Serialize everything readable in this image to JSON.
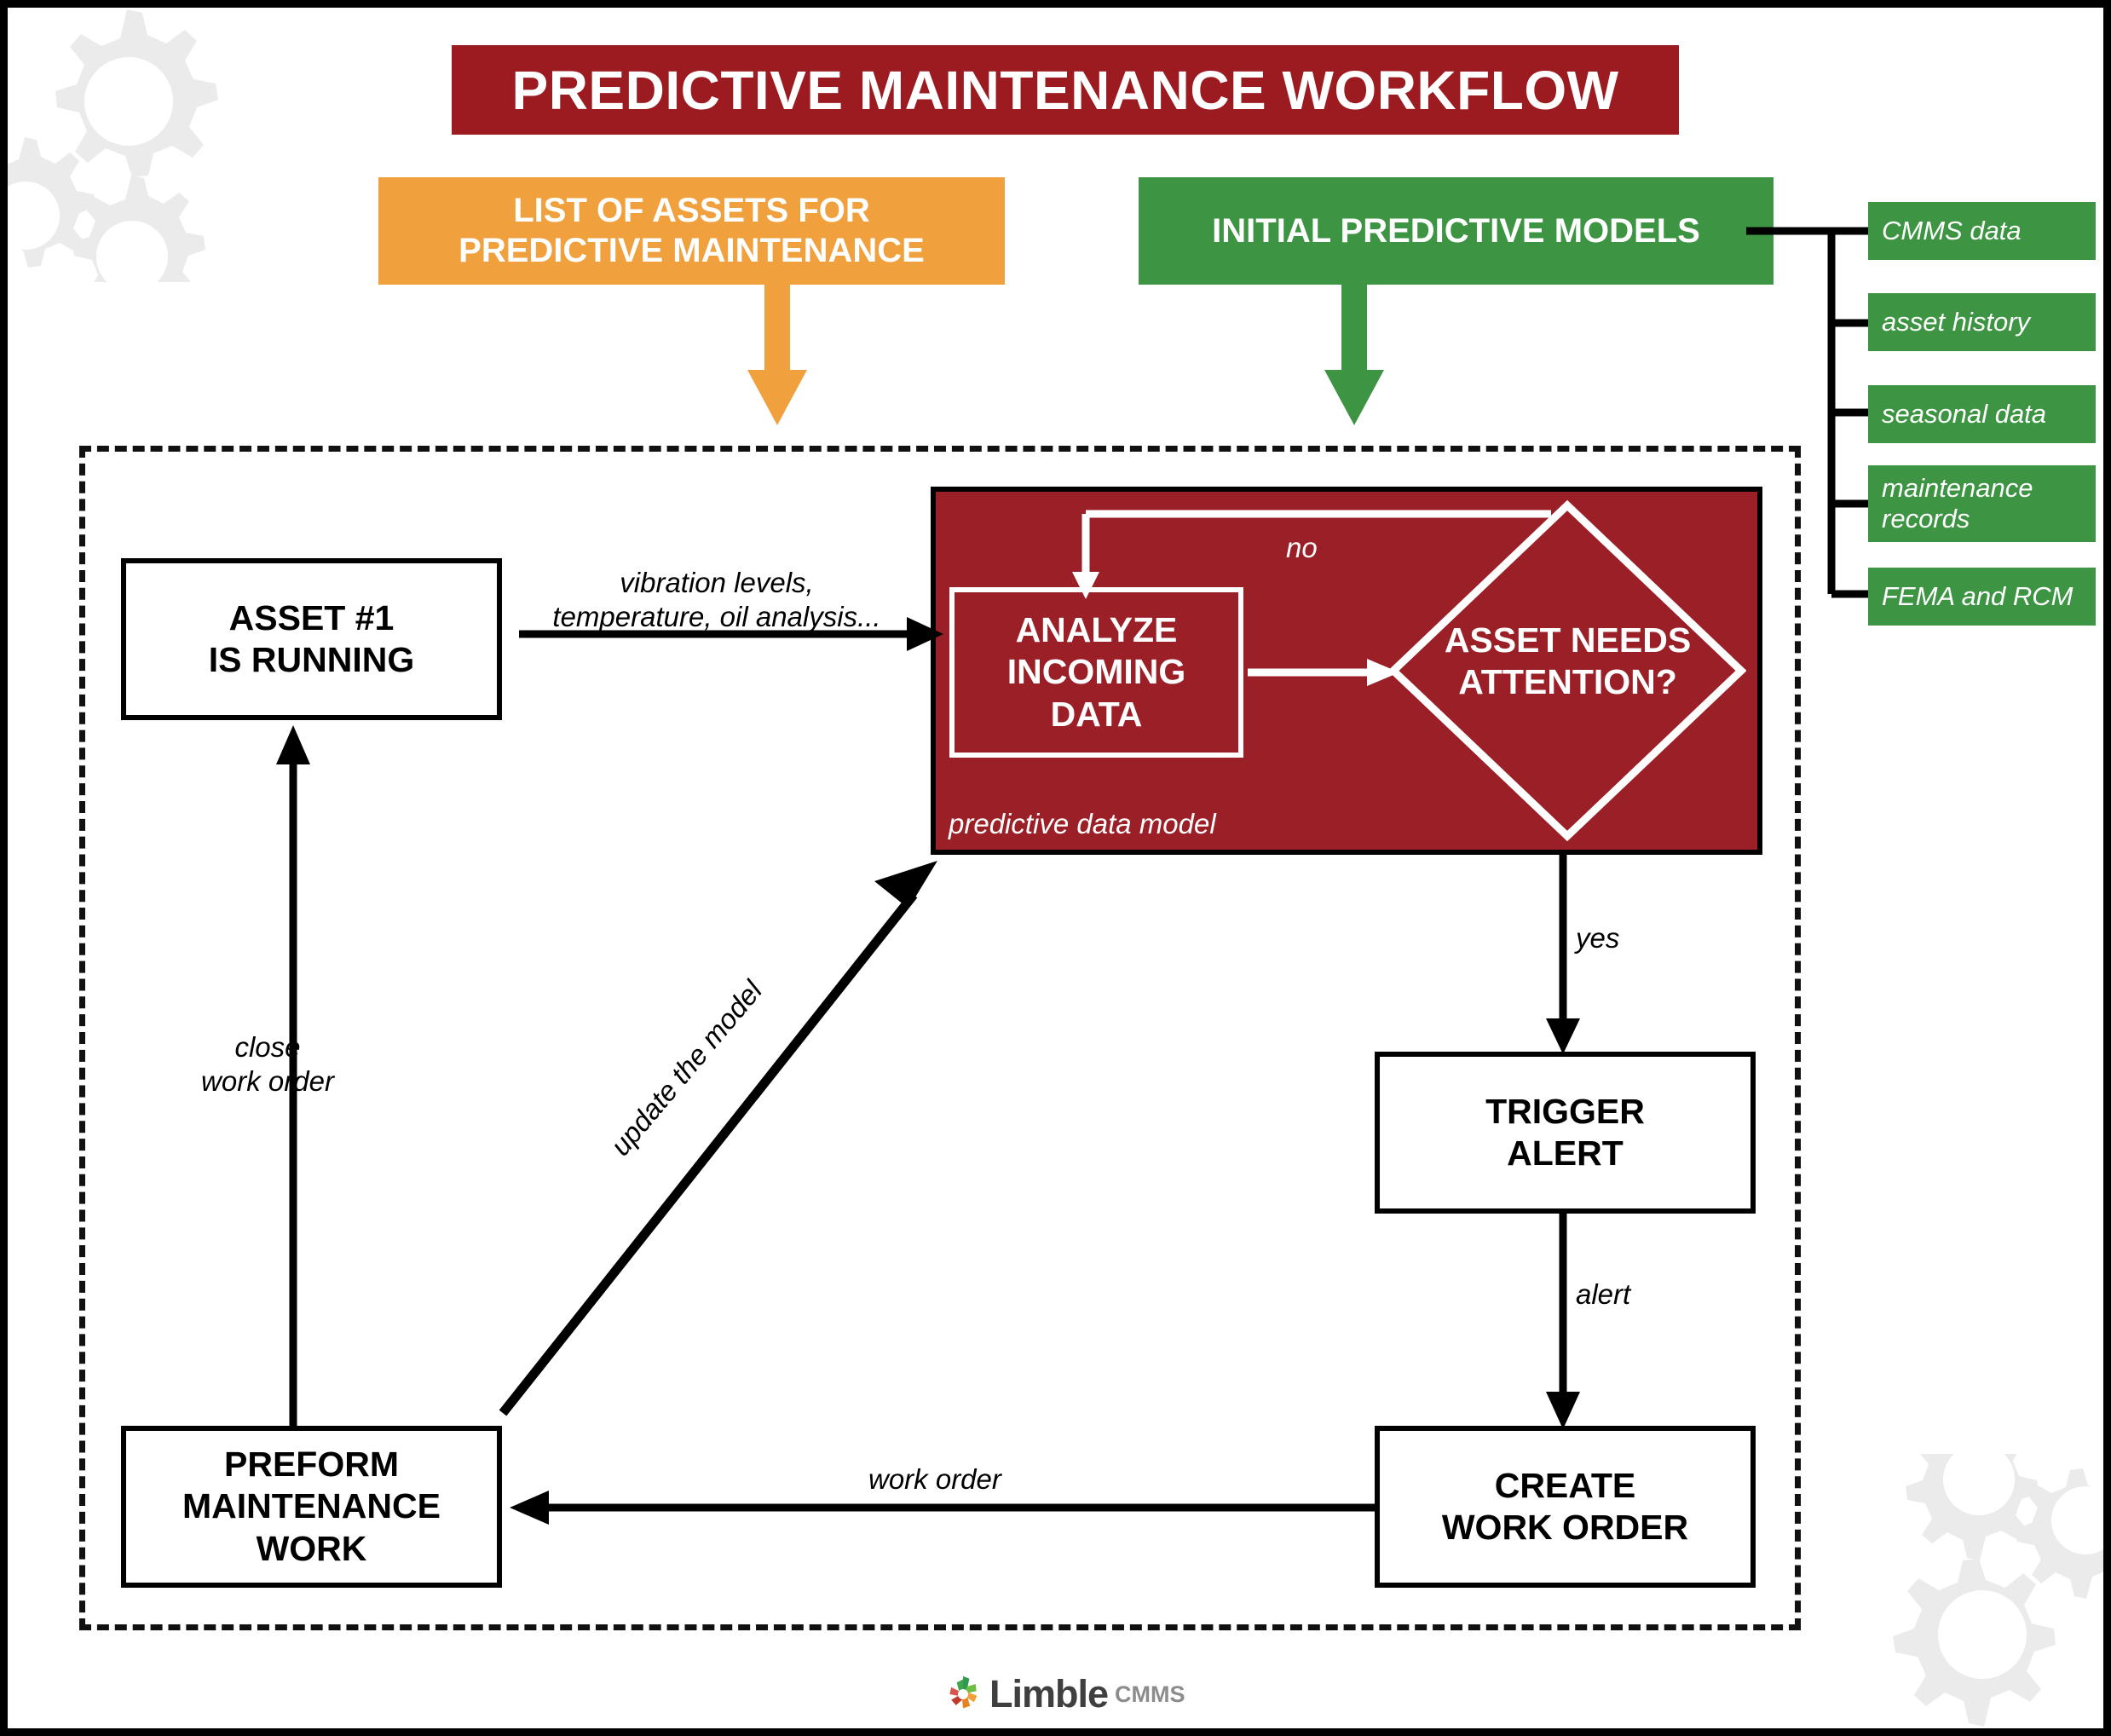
{
  "title": {
    "text": "PREDICTIVE MAINTENANCE WORKFLOW"
  },
  "inputs": {
    "assets_banner": "LIST OF ASSETS FOR\nPREDICTIVE MAINTENANCE",
    "models_banner": "INITIAL PREDICTIVE MODELS"
  },
  "data_sources": [
    {
      "label": "CMMS data"
    },
    {
      "label": "asset history"
    },
    {
      "label": "seasonal data"
    },
    {
      "label": "maintenance\nrecords"
    },
    {
      "label": "FEMA and RCM"
    }
  ],
  "nodes": {
    "asset_running": "ASSET #1\nIS RUNNING",
    "analyze_incoming": "ANALYZE\nINCOMING\nDATA",
    "needs_attention": "ASSET NEEDS\nATTENTION?",
    "model_caption": "predictive data model",
    "trigger_alert": "TRIGGER\nALERT",
    "create_work_order": "CREATE\nWORK ORDER",
    "preform_maintenance": "PREFORM\nMAINTENANCE\nWORK"
  },
  "edges": {
    "sensor_data": "vibration levels,\ntemperature, oil analysis...",
    "no": "no",
    "yes": "yes",
    "alert": "alert",
    "work_order": "work order",
    "close_work_order": "close\nwork order",
    "update_the_model": "update the model"
  },
  "footer": {
    "brand": "Limble",
    "brand_suffix": "CMMS"
  },
  "colors": {
    "title_red": "#9B1B21",
    "panel_red": "#9B1F26",
    "orange": "#F0A03C",
    "green": "#3D9443",
    "ink": "#000000",
    "watermark": "#EBEBEB"
  }
}
